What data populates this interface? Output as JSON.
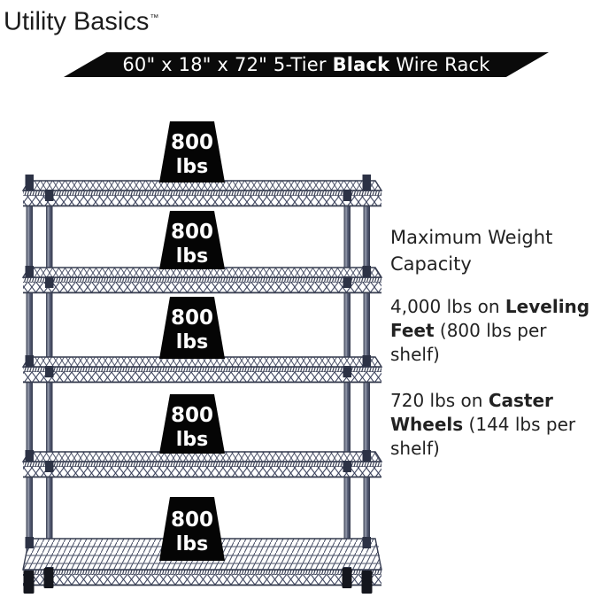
{
  "brand": {
    "name": "Utility Basics",
    "trademark": "™"
  },
  "banner": {
    "bg": "#0a0a0a",
    "text_color": "#ffffff",
    "segments": [
      {
        "t": "60\" x 18\" x 72\" 5-Tier "
      },
      {
        "t": "Black",
        "b": true
      },
      {
        "t": " Wire Rack"
      }
    ]
  },
  "rack": {
    "tiers": 5,
    "frame_color": "#3d4358",
    "badge_color": "#050505",
    "weights": [
      {
        "value": "800",
        "unit": "lbs"
      },
      {
        "value": "800",
        "unit": "lbs"
      },
      {
        "value": "800",
        "unit": "lbs"
      },
      {
        "value": "800",
        "unit": "lbs"
      },
      {
        "value": "800",
        "unit": "lbs"
      }
    ]
  },
  "capacity": {
    "heading_lines": [
      "Maximum Weight",
      "Capacity"
    ],
    "items": [
      {
        "lines": [
          [
            {
              "t": "4,000 lbs on "
            },
            {
              "t": "Leveling",
              "b": true
            }
          ],
          [
            {
              "t": "Feet",
              "b": true
            },
            {
              "t": " (800 lbs per"
            }
          ],
          [
            {
              "t": "shelf)"
            }
          ]
        ]
      },
      {
        "lines": [
          [
            {
              "t": "720 lbs on "
            },
            {
              "t": "Caster",
              "b": true
            }
          ],
          [
            {
              "t": "Wheels",
              "b": true
            },
            {
              "t": " (144 lbs per"
            }
          ],
          [
            {
              "t": "shelf)"
            }
          ]
        ]
      }
    ]
  }
}
